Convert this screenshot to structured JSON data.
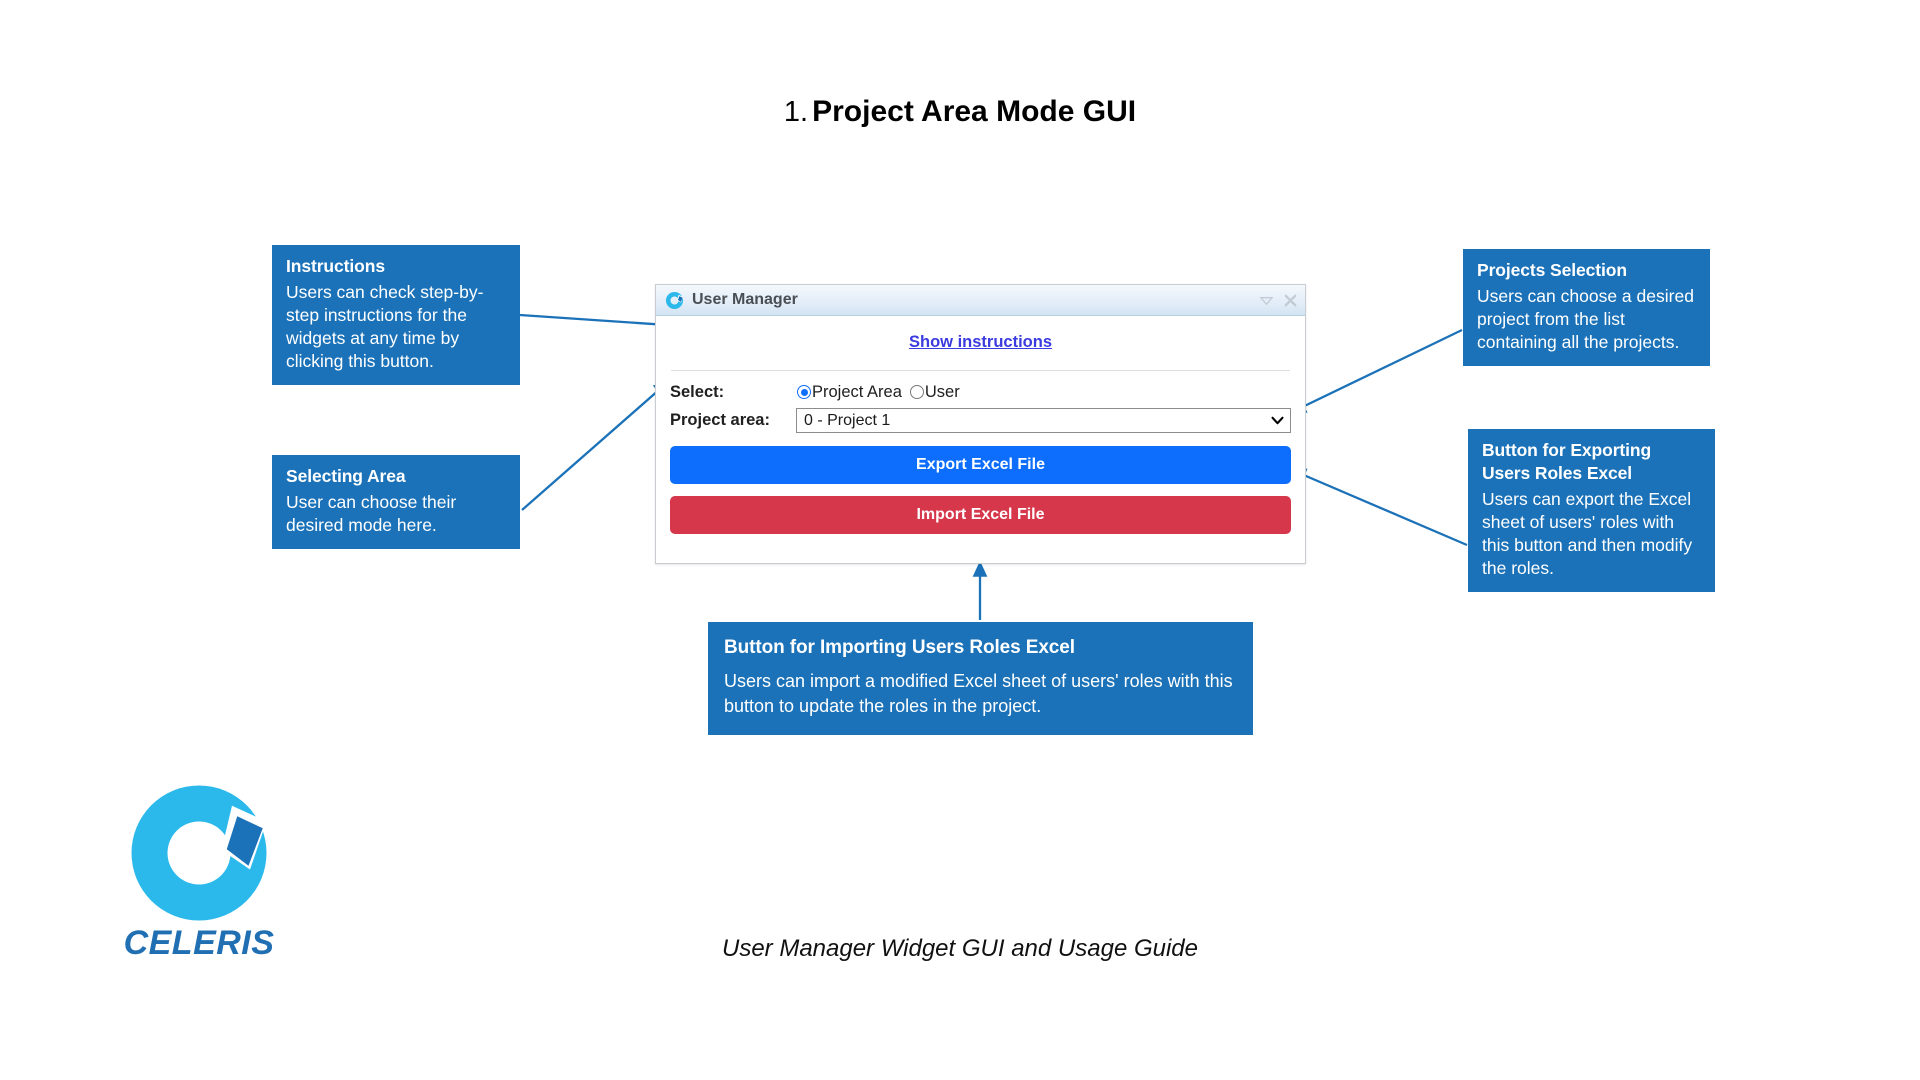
{
  "slide": {
    "number": "1.",
    "title": "Project Area Mode GUI",
    "footer": "User Manager Widget GUI and Usage Guide"
  },
  "brand": {
    "name": "CELERIS",
    "logo_light": "#2BB9EC",
    "logo_dark": "#1B72B8",
    "accent": "#1B72B8"
  },
  "dialog": {
    "title": "User Manager",
    "app_icon": "celeris-c-icon",
    "window_buttons": [
      {
        "name": "collapse-icon",
        "glyph": "chevron-down"
      },
      {
        "name": "close-icon",
        "glyph": "x"
      }
    ],
    "instructions_link": "Show instructions",
    "select_label": "Select:",
    "radios": [
      {
        "label": "Project Area",
        "selected": true
      },
      {
        "label": "User",
        "selected": false
      }
    ],
    "project_area_label": "Project area:",
    "project_area_value": "0 - Project 1",
    "project_area_options": [
      "0 - Project 1"
    ],
    "export_button": "Export Excel File",
    "import_button": "Import Excel File",
    "export_color": "#0d6efd",
    "import_color": "#d6374b"
  },
  "callouts": {
    "instructions": {
      "title": "Instructions",
      "body": "Users can check step-by-step instructions for the widgets at any time by clicking this button."
    },
    "selecting_area": {
      "title": "Selecting Area",
      "body": "User can choose their desired mode here."
    },
    "projects_selection": {
      "title": "Projects Selection",
      "body": "Users can choose a desired project from the list containing all the projects."
    },
    "export_button": {
      "title": "Button for Exporting Users Roles Excel",
      "body": "Users can export the Excel sheet of users' roles with this button and then modify the roles."
    },
    "import_button": {
      "title": "Button for Importing Users Roles Excel",
      "body": "Users can import a modified Excel sheet of users' roles with this button to update the roles in the project."
    }
  }
}
